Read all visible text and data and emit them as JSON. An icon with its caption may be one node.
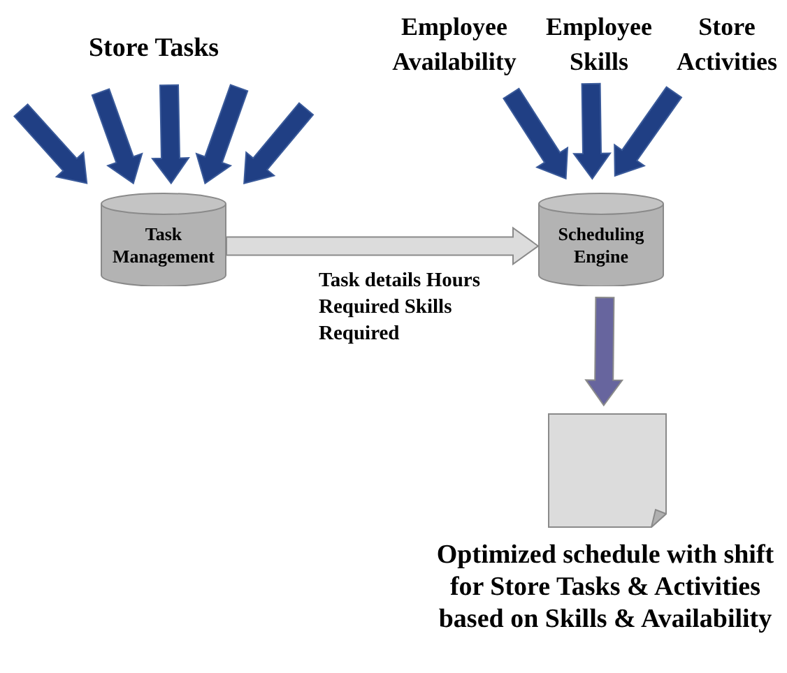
{
  "diagram": {
    "nodes": [
      {
        "text": [
          "Task Management"
        ]
      },
      {
        "text": [
          "Scheduling Engine"
        ]
      },
      {
        "text": [
          "Employee Availability"
        ]
      },
      {
        "text": [
          "Employee Skills"
        ]
      },
      {
        "text": [
          "Store Activities"
        ]
      },
      {
        "text": [],
        "shape": "document",
        "beside": [
          "Optimized schedule with shift for Store Tasks & Activities based on Skills & Availability"
        ]
      }
    ],
    "edges": [
      {
        "from": null,
        "to": 0,
        "arrow": "to",
        "style": "thick"
      },
      {
        "from": null,
        "to": 0,
        "arrow": "to",
        "style": "thick"
      },
      {
        "from": null,
        "to": 0,
        "arrow": "to",
        "style": "thick"
      },
      {
        "from": null,
        "to": 0,
        "arrow": "to",
        "style": "thick"
      },
      {
        "from": null,
        "to": 0,
        "arrow": "to",
        "style": "thick"
      },
      {
        "from": 0,
        "to": 1,
        "arrow": "to",
        "style": "thick",
        "color": "#dcdcdc",
        "label": "Task details Hours Required Skills Required"
      },
      {
        "from": 2,
        "to": 1,
        "arrow": "to",
        "style": "thick"
      },
      {
        "from": 3,
        "to": 1,
        "arrow": "to",
        "style": "thick"
      },
      {
        "from": 4,
        "to": 1,
        "arrow": "to",
        "style": "thick"
      },
      {
        "from": 1,
        "to": 5,
        "arrow": "to",
        "style": "thick",
        "color": "#67659e"
      }
    ],
    "labels": [
      "Store Tasks"
    ]
  }
}
